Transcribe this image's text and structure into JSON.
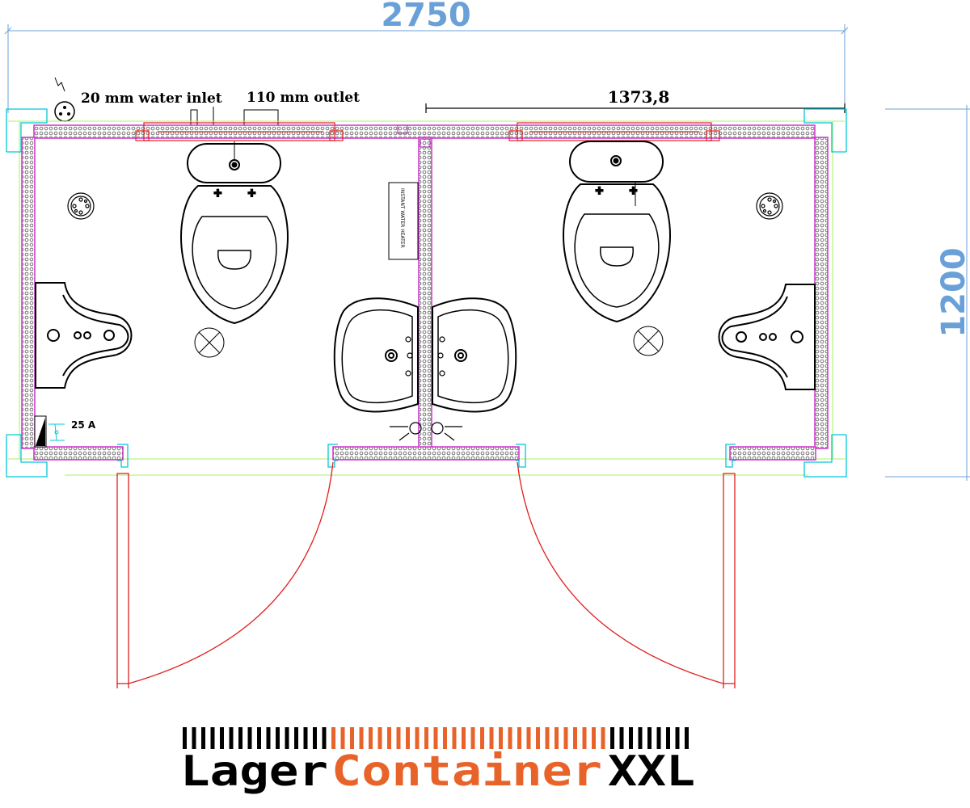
{
  "dimensions": {
    "overall_width": "2750",
    "overall_depth": "1200",
    "cabin_width": "1373,8"
  },
  "labels": {
    "water_inlet": "20 mm water inlet",
    "outlet": "110 mm outlet",
    "fuse": "25 A",
    "heater": "INSTANT WATER HEATER"
  },
  "logo": {
    "word1": "Lager",
    "word2": "Container",
    "word3": "XXL",
    "colors": {
      "dark": "#000000",
      "accent": "#e8632a"
    }
  },
  "colors": {
    "dimension": "#6aa0d8",
    "wall_outline": "#cc33cc",
    "door": "#e02020",
    "frame": "#00c8d8",
    "guide": "#a8f060"
  }
}
